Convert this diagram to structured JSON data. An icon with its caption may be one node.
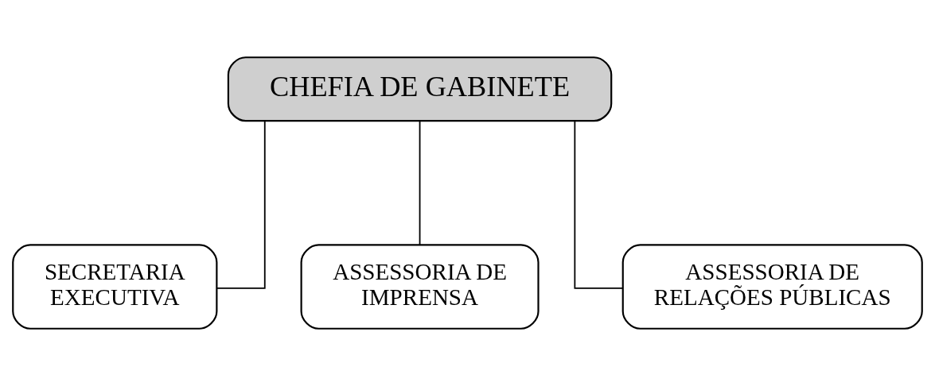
{
  "diagram": {
    "nodes": [
      {
        "text": [
          "CHEFIA DE GABINETE"
        ]
      },
      {
        "text": [
          "SECRETARIA EXECUTIVA"
        ]
      },
      {
        "text": [
          "ASSESSORIA DE IMPRENSA"
        ]
      },
      {
        "text": [
          "ASSESSORIA DE RELAÇÕES PÚBLICAS"
        ]
      }
    ],
    "edges": [
      {
        "from": 0,
        "to": 1,
        "arrow": "none"
      },
      {
        "from": 0,
        "to": 2,
        "arrow": "none"
      },
      {
        "from": 0,
        "to": 3,
        "arrow": "none"
      }
    ]
  }
}
